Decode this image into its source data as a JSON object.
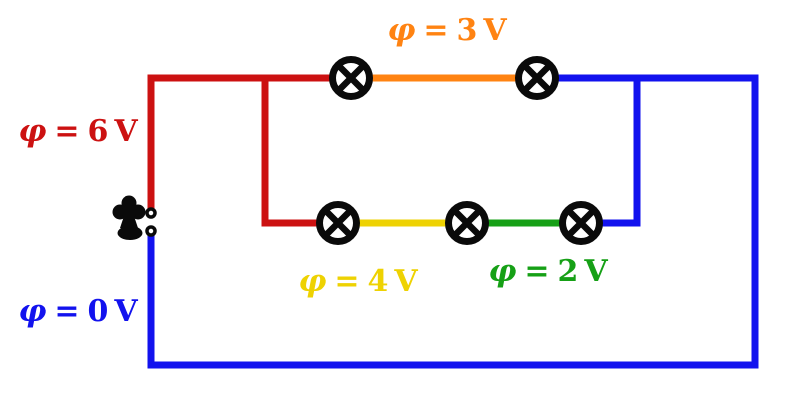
{
  "colors": {
    "red": "#cc1111",
    "orange": "#ff8312",
    "yellow": "#eed202",
    "green": "#16a016",
    "blue": "#1212ee",
    "black": "#0a0a0a",
    "background": "#ffffff"
  },
  "labels": [
    {
      "phi": "φ",
      "eq": "=",
      "value": "6 V",
      "color": "#cc1111"
    },
    {
      "phi": "φ",
      "eq": "=",
      "value": "0 V",
      "color": "#1212ee"
    },
    {
      "phi": "φ",
      "eq": "=",
      "value": "3 V",
      "color": "#ff8312"
    },
    {
      "phi": "φ",
      "eq": "=",
      "value": "4 V",
      "color": "#eed202"
    },
    {
      "phi": "φ",
      "eq": "=",
      "value": "2 V",
      "color": "#16a016"
    }
  ],
  "wires": [
    {
      "name": "wire-6v",
      "color": "#cc1111",
      "potential": "6 V"
    },
    {
      "name": "wire-3v",
      "color": "#ff8312",
      "potential": "3 V"
    },
    {
      "name": "wire-4v",
      "color": "#eed202",
      "potential": "4 V"
    },
    {
      "name": "wire-2v",
      "color": "#16a016",
      "potential": "2 V"
    },
    {
      "name": "wire-0v",
      "color": "#1212ee",
      "potential": "0 V"
    }
  ],
  "components": {
    "source": {
      "icon": "power-source-icon",
      "terminals": [
        "top-terminal",
        "bottom-terminal"
      ]
    },
    "lamps": [
      {
        "id": "lamp-1",
        "branch": "top"
      },
      {
        "id": "lamp-2",
        "branch": "top"
      },
      {
        "id": "lamp-3",
        "branch": "middle"
      },
      {
        "id": "lamp-4",
        "branch": "middle"
      },
      {
        "id": "lamp-5",
        "branch": "middle"
      }
    ]
  }
}
